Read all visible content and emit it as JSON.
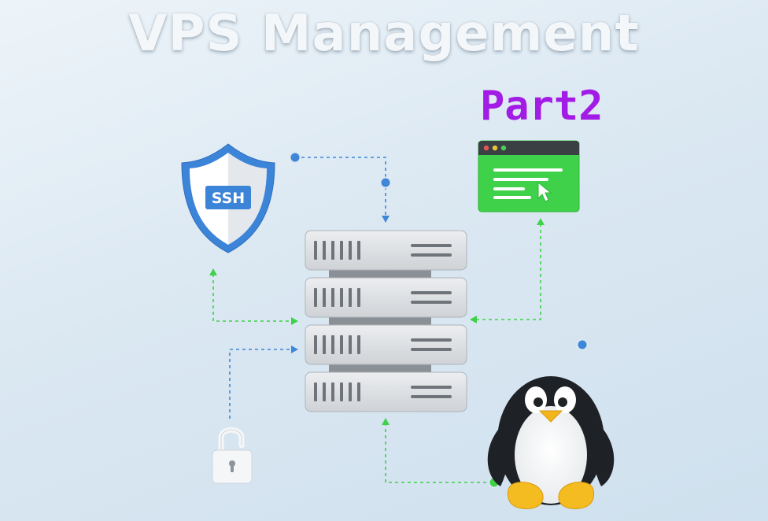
{
  "title": "VPS Management",
  "subtitle": "Part2",
  "shield": {
    "label": "SSH",
    "icon": "shield-icon"
  },
  "icons": [
    "shield-icon",
    "server-rack-icon",
    "browser-window-icon",
    "cursor-icon",
    "unlocked-padlock-icon",
    "penguin-icon"
  ],
  "colors": {
    "subtitle": "#a21ce6",
    "shield_blue": "#3c84d8",
    "browser_green": "#3fd14a",
    "server_gray": "#d7d9dc",
    "connector_blue": "#3f86d9",
    "connector_green": "#3fd14a"
  }
}
